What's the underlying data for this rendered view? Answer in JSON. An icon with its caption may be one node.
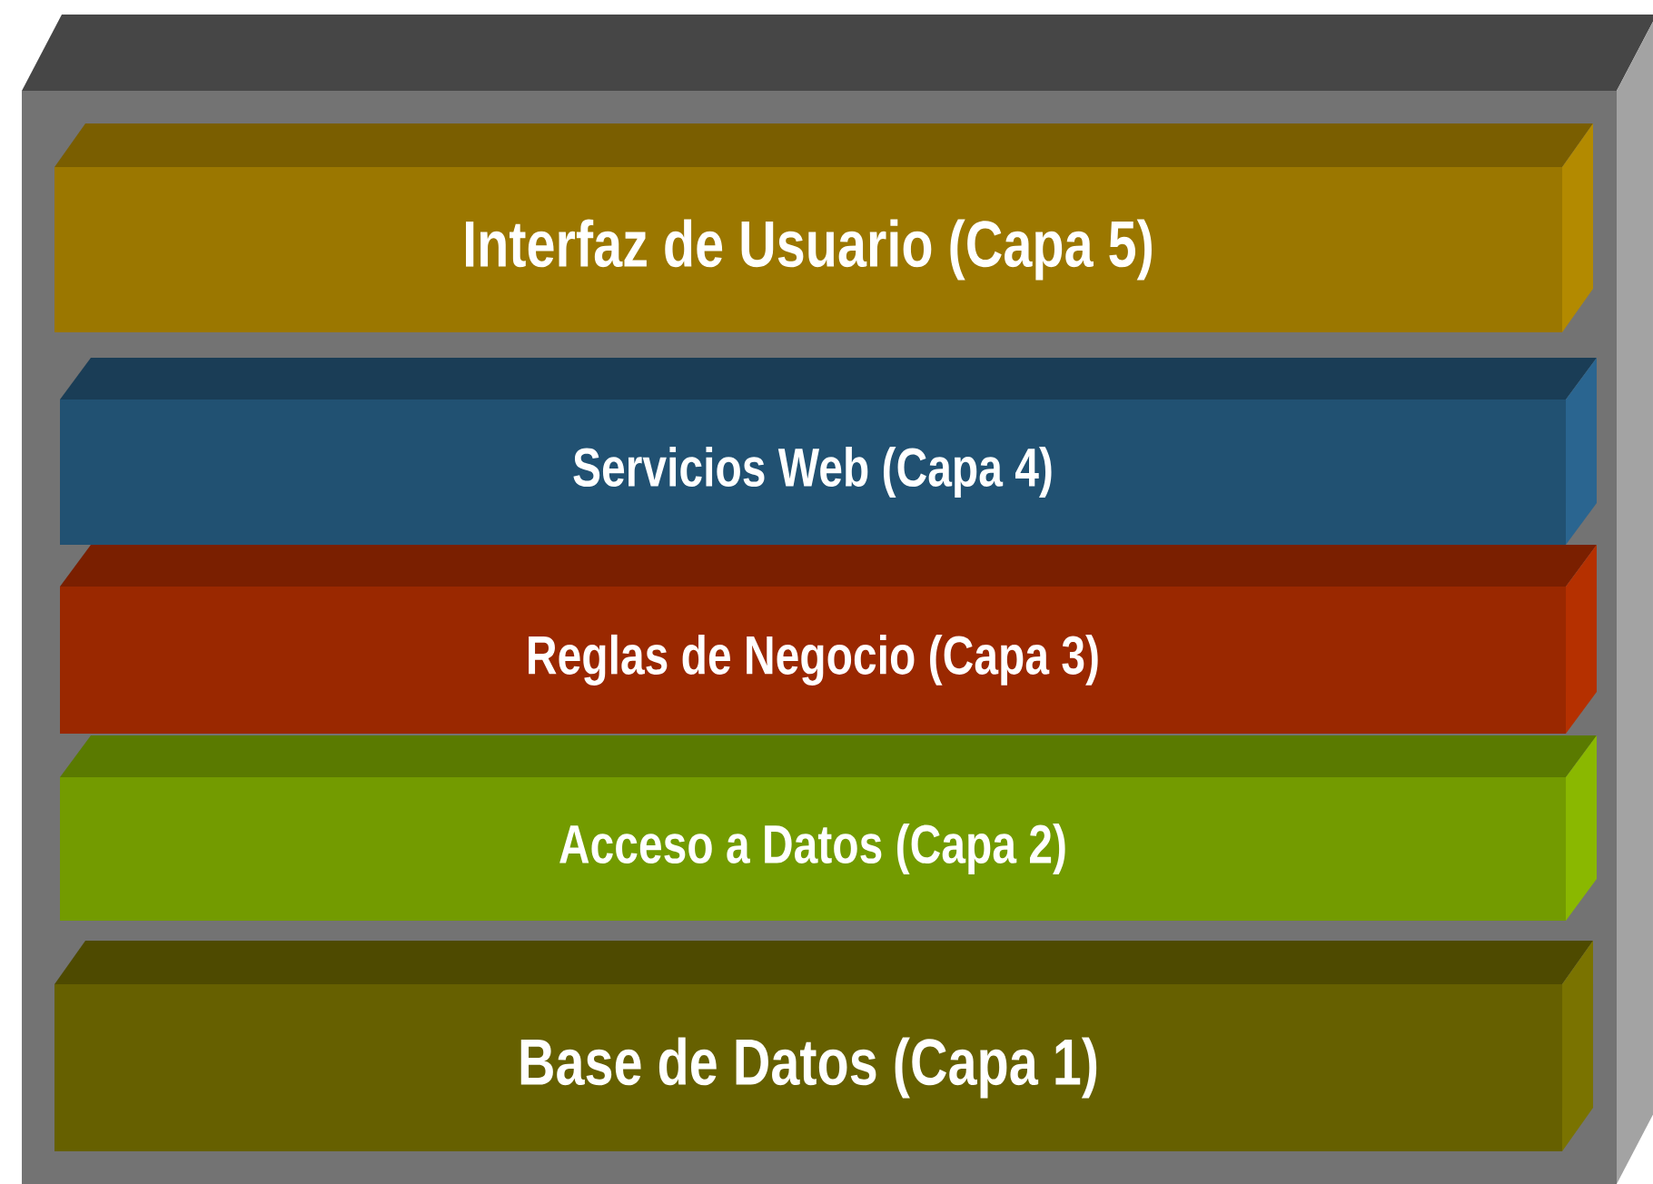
{
  "diagram": {
    "nodes": [
      {
        "text": [],
        "shape": "box"
      },
      {
        "text": [
          "Interfaz de Usuario (Capa 5)"
        ],
        "in": 0
      },
      {
        "text": [
          "Servicios Web (Capa 4)"
        ],
        "in": 0
      },
      {
        "text": [
          "Reglas de Negocio (Capa 3)"
        ],
        "in": 0
      },
      {
        "text": [
          "Acceso a Datos (Capa 2)"
        ],
        "in": 0
      },
      {
        "text": [
          "Base de Datos (Capa 1)"
        ],
        "in": 0
      }
    ]
  }
}
